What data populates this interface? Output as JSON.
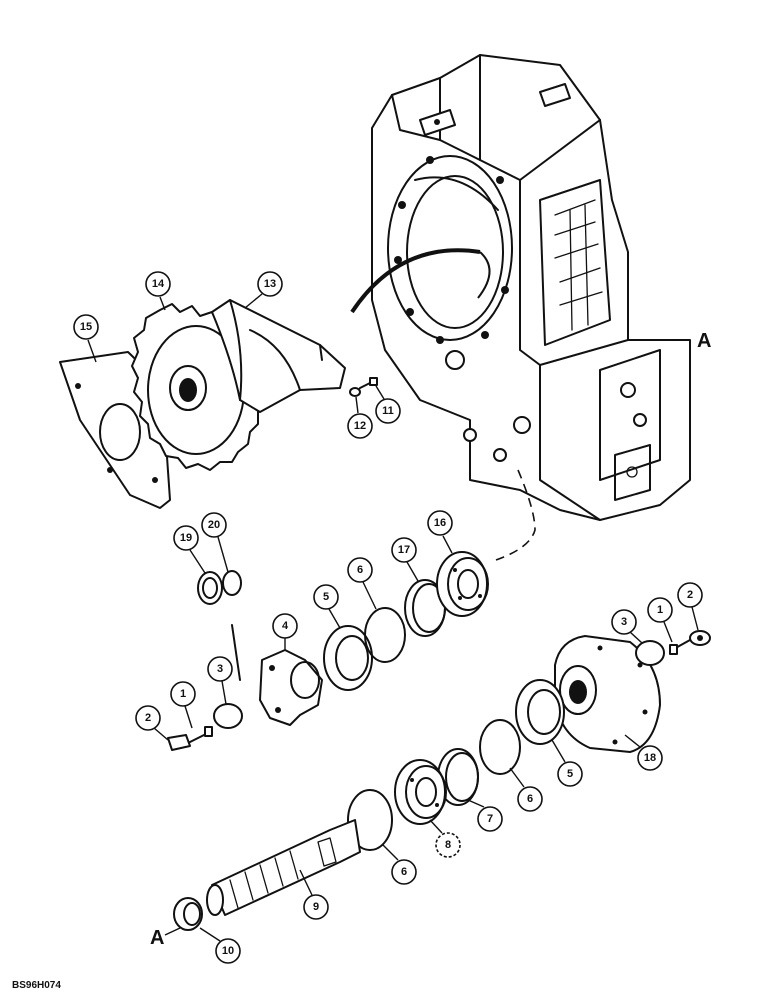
{
  "callouts": {
    "c1a": "1",
    "c1b": "1",
    "c2a": "2",
    "c2b": "2",
    "c3a": "3",
    "c3b": "3",
    "c4": "4",
    "c5a": "5",
    "c5b": "5",
    "c6a": "6",
    "c6b": "6",
    "c6c": "6",
    "c7": "7",
    "c8": "8",
    "c9": "9",
    "c10": "10",
    "c11": "11",
    "c12": "12",
    "c13": "13",
    "c14": "14",
    "c15": "15",
    "c16": "16",
    "c17": "17",
    "c18": "18",
    "c19": "19",
    "c20": "20"
  },
  "reference_marks": {
    "top": "A",
    "bottom": "A"
  },
  "drawing_code": "BS96H074"
}
